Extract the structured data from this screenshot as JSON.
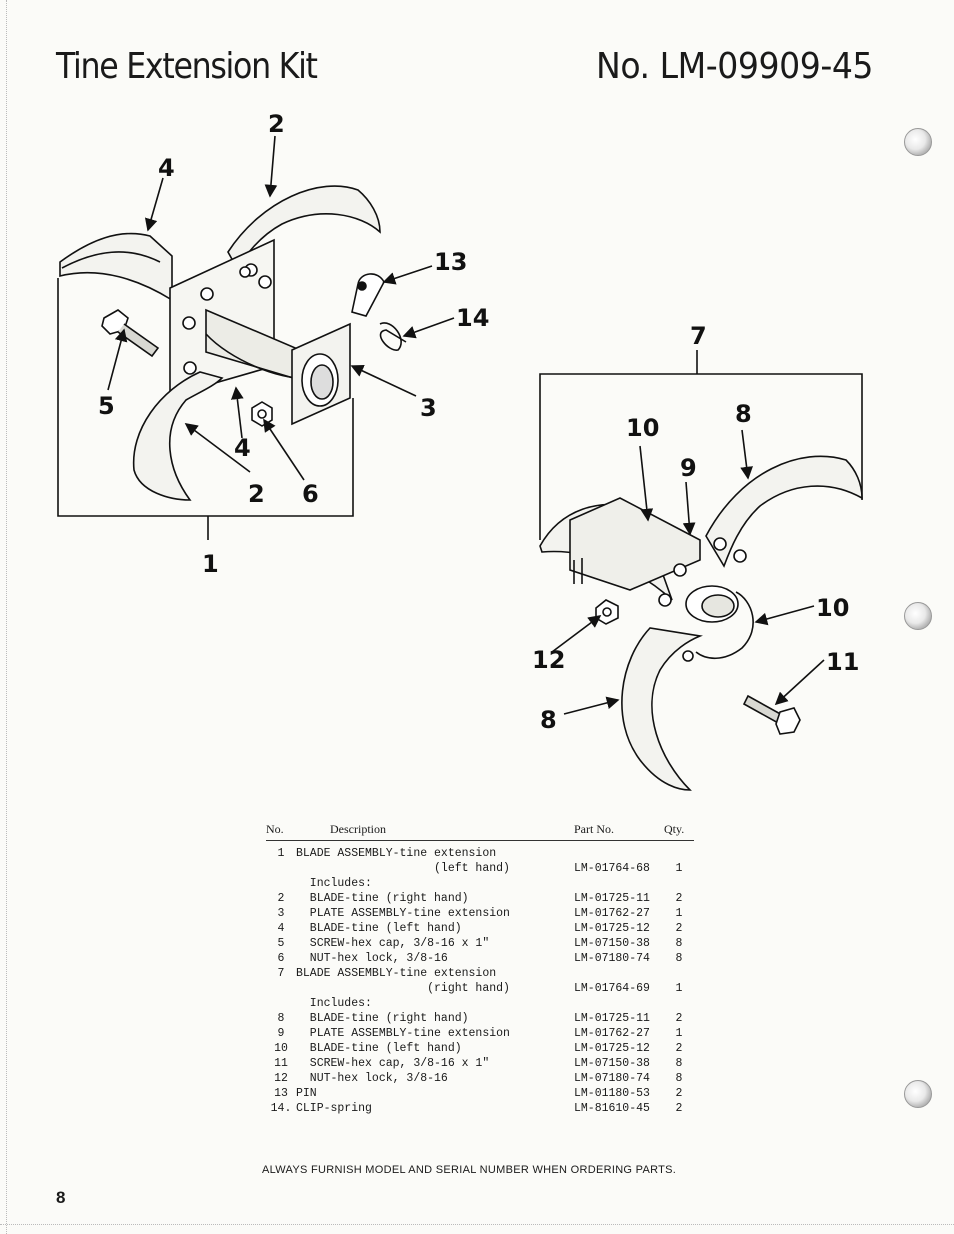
{
  "header": {
    "title": "Tine Extension Kit",
    "kit_number": "No. LM-09909-45"
  },
  "callouts": {
    "left_top_2": "2",
    "left_4": "4",
    "left_13": "13",
    "left_14": "14",
    "left_5": "5",
    "left_3": "3",
    "left_4b": "4",
    "left_2b": "2",
    "left_6": "6",
    "left_1": "1",
    "right_7": "7",
    "right_10a": "10",
    "right_8a": "8",
    "right_9": "9",
    "right_10b": "10",
    "right_11": "11",
    "right_12": "12",
    "right_8b": "8"
  },
  "parts_table": {
    "headers": {
      "no": "No.",
      "description": "Description",
      "part_no": "Part No.",
      "qty": "Qty."
    },
    "rows": [
      {
        "no": "1",
        "description": "BLADE ASSEMBLY-tine extension",
        "part_no": "",
        "qty": ""
      },
      {
        "no": "",
        "description": "                    (left hand)",
        "part_no": "LM-01764-68",
        "qty": "1"
      },
      {
        "no": "",
        "description": "  Includes:",
        "part_no": "",
        "qty": ""
      },
      {
        "no": "2",
        "description": "  BLADE-tine (right hand)",
        "part_no": "LM-01725-11",
        "qty": "2"
      },
      {
        "no": "3",
        "description": "  PLATE ASSEMBLY-tine extension",
        "part_no": "LM-01762-27",
        "qty": "1"
      },
      {
        "no": "4",
        "description": "  BLADE-tine (left hand)",
        "part_no": "LM-01725-12",
        "qty": "2"
      },
      {
        "no": "5",
        "description": "  SCREW-hex cap, 3/8-16 x 1\"",
        "part_no": "LM-07150-38",
        "qty": "8"
      },
      {
        "no": "6",
        "description": "  NUT-hex lock, 3/8-16",
        "part_no": "LM-07180-74",
        "qty": "8"
      },
      {
        "no": "7",
        "description": "BLADE ASSEMBLY-tine extension",
        "part_no": "",
        "qty": ""
      },
      {
        "no": "",
        "description": "                   (right hand)",
        "part_no": "LM-01764-69",
        "qty": "1"
      },
      {
        "no": "",
        "description": "  Includes:",
        "part_no": "",
        "qty": ""
      },
      {
        "no": "8",
        "description": "  BLADE-tine (right hand)",
        "part_no": "LM-01725-11",
        "qty": "2"
      },
      {
        "no": "9",
        "description": "  PLATE ASSEMBLY-tine extension",
        "part_no": "LM-01762-27",
        "qty": "1"
      },
      {
        "no": "10",
        "description": "  BLADE-tine (left hand)",
        "part_no": "LM-01725-12",
        "qty": "2"
      },
      {
        "no": "11",
        "description": "  SCREW-hex cap, 3/8-16 x 1\"",
        "part_no": "LM-07150-38",
        "qty": "8"
      },
      {
        "no": "12",
        "description": "  NUT-hex lock, 3/8-16",
        "part_no": "LM-07180-74",
        "qty": "8"
      },
      {
        "no": "13",
        "description": "PIN",
        "part_no": "LM-01180-53",
        "qty": "2"
      },
      {
        "no": "14.",
        "description": "CLIP-spring",
        "part_no": "LM-81610-45",
        "qty": "2"
      }
    ]
  },
  "footer": "ALWAYS FURNISH MODEL AND SERIAL NUMBER WHEN ORDERING PARTS.",
  "page_number": "8"
}
